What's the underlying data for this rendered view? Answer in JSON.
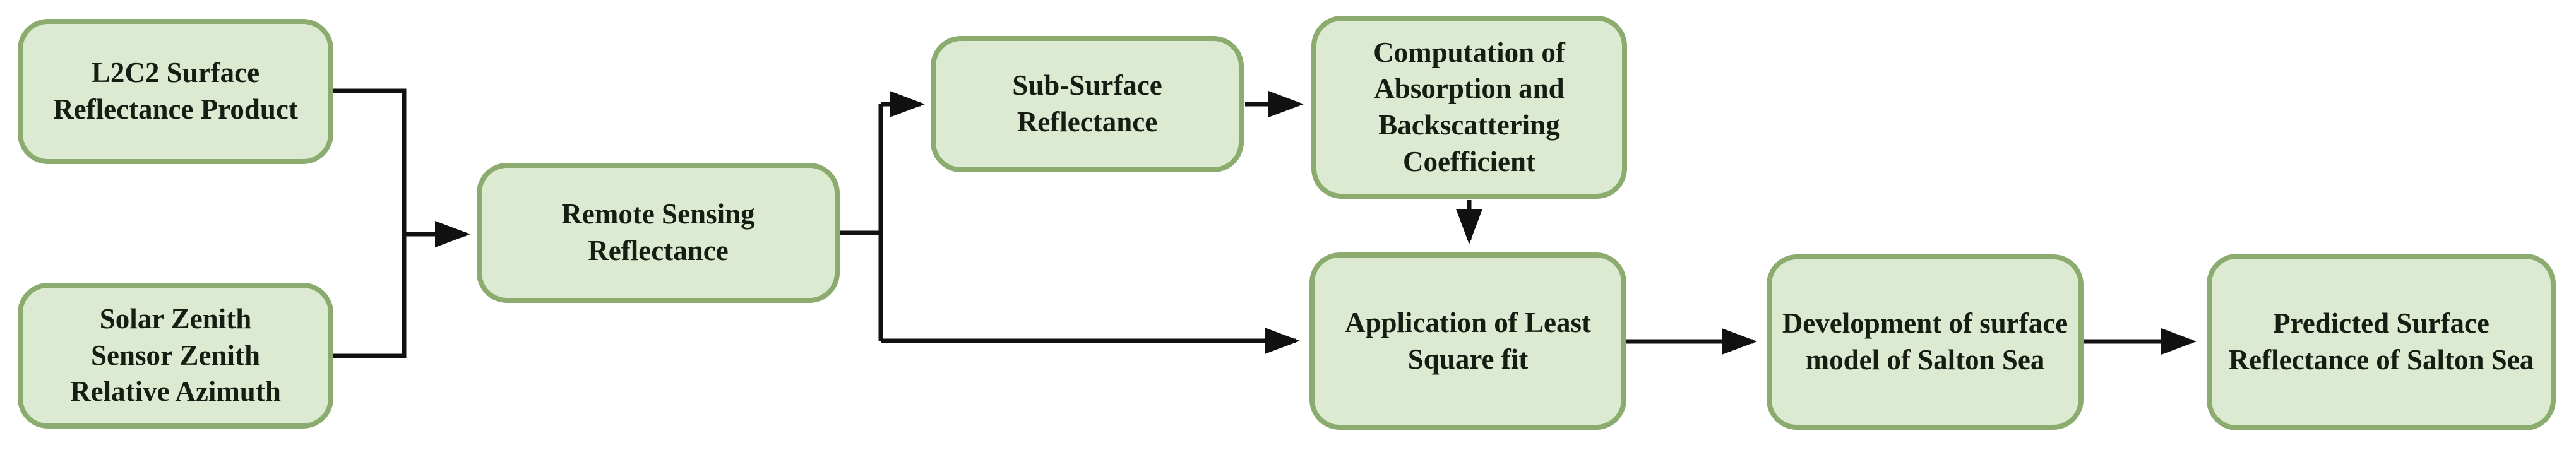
{
  "colors": {
    "background": "#ffffff",
    "box_fill": "#dcead2",
    "box_border": "#8cab6e",
    "text": "#171d12",
    "line": "#111111"
  },
  "nodes": [
    {
      "id": "l2c2",
      "label": "L2C2 Surface\nReflectance Product"
    },
    {
      "id": "angles",
      "label": "Solar Zenith\nSensor Zenith\nRelative Azimuth"
    },
    {
      "id": "rsr",
      "label": "Remote Sensing Reflectance"
    },
    {
      "id": "subsurface",
      "label": "Sub-Surface Reflectance"
    },
    {
      "id": "computation",
      "label": "Computation of\nAbsorption and\nBackscattering\nCoefficient"
    },
    {
      "id": "leastsquare",
      "label": "Application of Least\nSquare fit"
    },
    {
      "id": "surfacemodel",
      "label": "Development of surface\nmodel of Salton Sea"
    },
    {
      "id": "predicted",
      "label": "Predicted Surface\nReflectance of Salton Sea"
    }
  ],
  "edges": [
    {
      "from": "l2c2",
      "to": "rsr"
    },
    {
      "from": "angles",
      "to": "rsr"
    },
    {
      "from": "rsr",
      "to": "subsurface"
    },
    {
      "from": "rsr",
      "to": "leastsquare"
    },
    {
      "from": "subsurface",
      "to": "computation"
    },
    {
      "from": "computation",
      "to": "leastsquare"
    },
    {
      "from": "leastsquare",
      "to": "surfacemodel"
    },
    {
      "from": "surfacemodel",
      "to": "predicted"
    }
  ]
}
